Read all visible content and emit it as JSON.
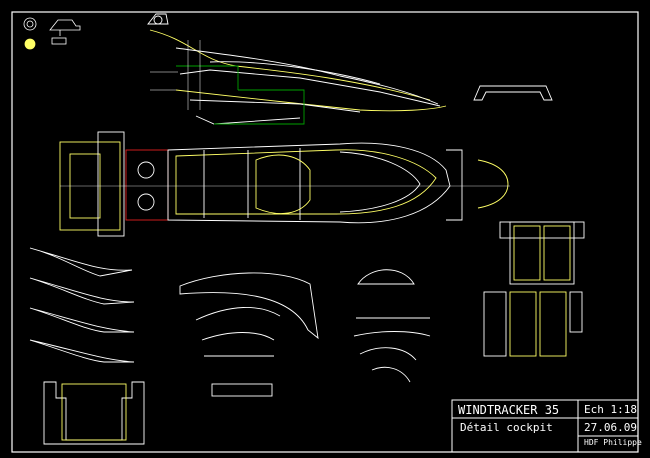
{
  "title_block": {
    "project": "WINDTRACKER 35",
    "scale": "Ech 1:18",
    "subtitle": "Détail cockpit",
    "date": "27.06.09",
    "author": "HDF Philippe"
  },
  "colors": {
    "background": "#000000",
    "frame": "#ffffff",
    "outline": "#ffff66",
    "structure": "#ffffff",
    "green_part": "#00a000",
    "red_part": "#e02020",
    "label": "#ffff66"
  }
}
